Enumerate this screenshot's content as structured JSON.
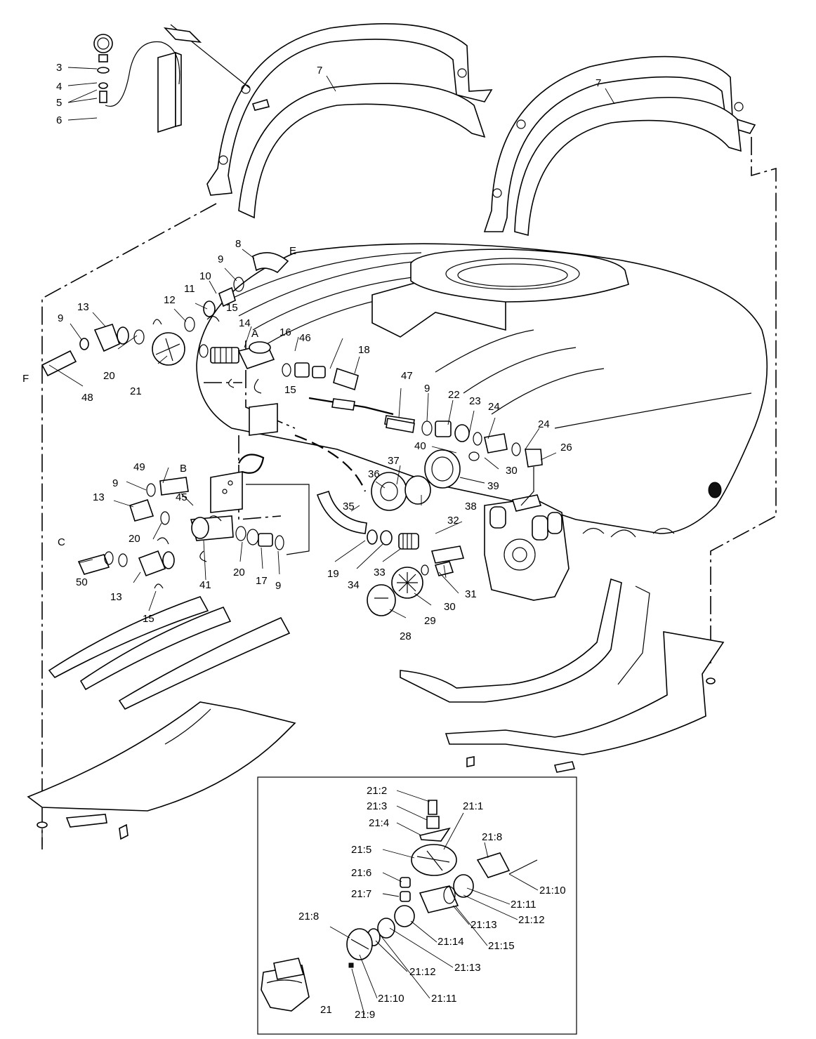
{
  "callouts": [
    "3",
    "4",
    "5",
    "6",
    "7",
    "7",
    "8",
    "E",
    "9",
    "10",
    "11",
    "12",
    "13",
    "9",
    "15",
    "14",
    "A",
    "16",
    "46",
    "18",
    "F",
    "20",
    "21",
    "48",
    "15",
    "47",
    "9",
    "22",
    "23",
    "24",
    "24",
    "26",
    "40",
    "30",
    "37",
    "36",
    "39",
    "35",
    "38",
    "32",
    "49",
    "B",
    "9",
    "45",
    "13",
    "20",
    "C",
    "50",
    "13",
    "15",
    "41",
    "20",
    "17",
    "9",
    "19",
    "34",
    "33",
    "31",
    "30",
    "29",
    "28"
  ],
  "detail_callouts": [
    "21:2",
    "21:3",
    "21:1",
    "21:4",
    "21:8",
    "21:5",
    "21:6",
    "21:7",
    "21:10",
    "21:11",
    "21:12",
    "21:13",
    "21:8",
    "21:14",
    "21:15",
    "21:13",
    "21:12",
    "21:11",
    "21:10",
    "21:9",
    "21"
  ]
}
